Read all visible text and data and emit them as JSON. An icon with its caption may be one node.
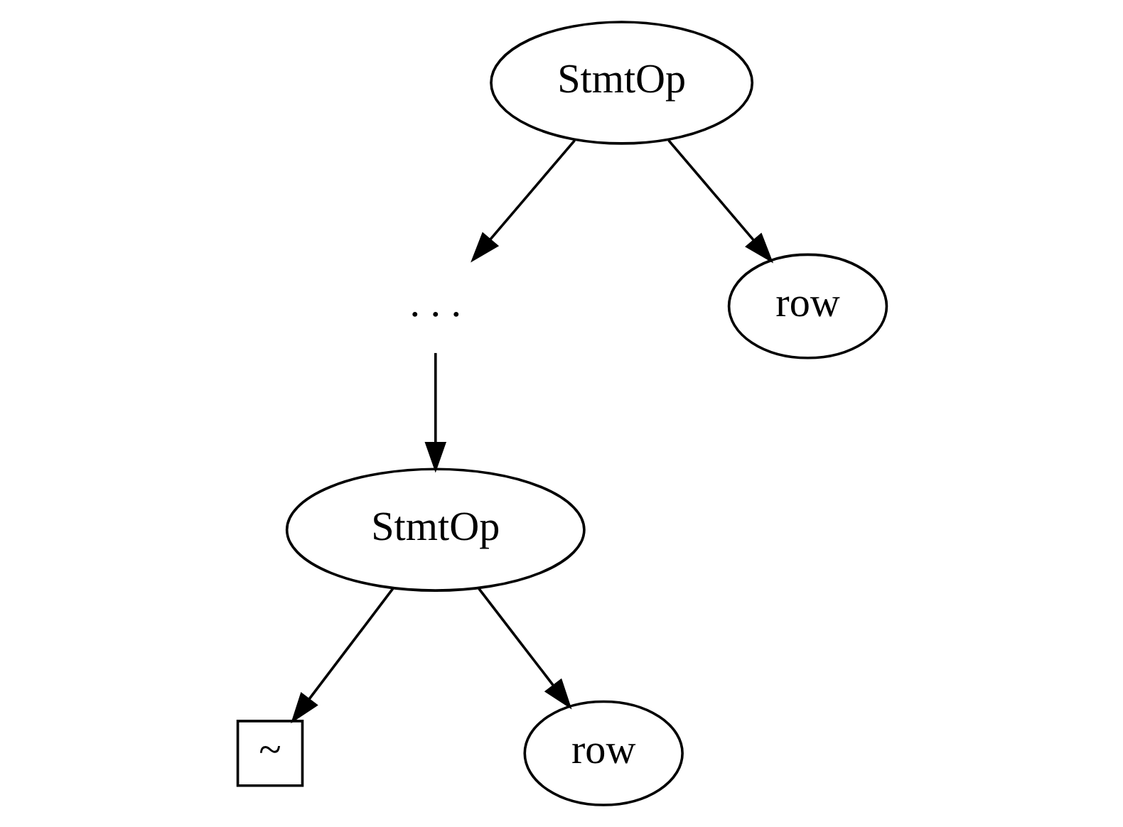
{
  "diagram": {
    "nodes": [
      {
        "text": [
          "StmtOp"
        ]
      },
      {
        "text": [
          ". . ."
        ]
      },
      {
        "text": [
          "row"
        ]
      },
      {
        "text": [
          "StmtOp"
        ]
      },
      {
        "text": [
          "~"
        ]
      },
      {
        "text": [
          "row"
        ]
      }
    ],
    "edges": [
      {
        "from": 0,
        "to": 1,
        "arrow": "to"
      },
      {
        "from": 0,
        "to": 2,
        "arrow": "to"
      },
      {
        "from": 1,
        "to": 3,
        "arrow": "to"
      },
      {
        "from": 3,
        "to": 4,
        "arrow": "to"
      },
      {
        "from": 3,
        "to": 5,
        "arrow": "to"
      }
    ]
  }
}
